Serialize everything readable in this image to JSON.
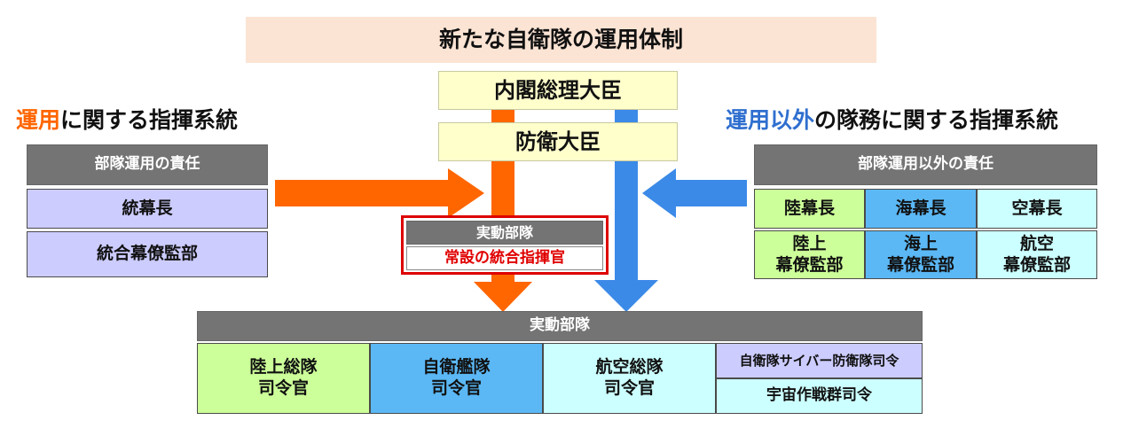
{
  "title": "新たな自衛隊の運用体制",
  "top_boxes": {
    "pm": "内閣総理大臣",
    "defense_minister": "防衛大臣"
  },
  "left": {
    "heading_highlight": "運用",
    "heading_rest": "に関する指揮系統",
    "header": "部隊運用の責任",
    "items": [
      "統幕長",
      "統合幕僚監部"
    ]
  },
  "right": {
    "heading_highlight": "運用以外",
    "heading_rest": "の隊務に関する指揮系統",
    "header": "部隊運用以外の責任",
    "chiefs": [
      "陸幕長",
      "海幕長",
      "空幕長"
    ],
    "staffs": [
      "陸上\n幕僚監部",
      "海上\n幕僚監部",
      "航空\n幕僚監部"
    ]
  },
  "center": {
    "header": "実動部隊",
    "commander": "常設の統合指揮官"
  },
  "bottom": {
    "header": "実動部隊",
    "units": [
      "陸上総隊\n司令官",
      "自衛艦隊\n司令官",
      "航空総隊\n司令官"
    ],
    "extra": [
      "自衛隊サイバー防衛隊司令",
      "宇宙作戦群司令"
    ]
  },
  "colors": {
    "orange": "#ff6600",
    "blue": "#3b8ae8",
    "red_border": "#dd0000",
    "title_bg": "#fce4d4"
  }
}
